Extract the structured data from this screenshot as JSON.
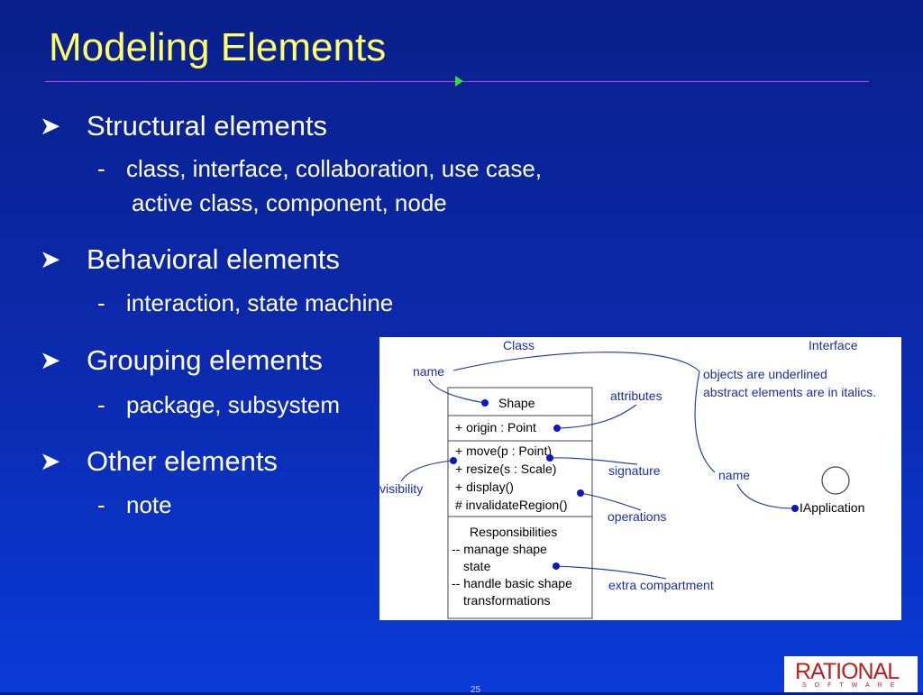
{
  "slide": {
    "title": "Modeling Elements",
    "page_number": "25",
    "bullets": [
      {
        "label": "Structural elements",
        "sub": [
          "class, interface, collaboration, use case,",
          "active class, component, node"
        ]
      },
      {
        "label": "Behavioral elements",
        "sub": [
          "interaction, state machine"
        ]
      },
      {
        "label": "Grouping elements",
        "sub": [
          "package, subsystem"
        ]
      },
      {
        "label": "Other elements",
        "sub": [
          "note"
        ]
      }
    ]
  },
  "diagram": {
    "labels": {
      "class": "Class",
      "interface": "Interface",
      "name_class": "name",
      "attributes": "attributes",
      "objects_underlined": "objects are underlined",
      "abstract_italics": "abstract elements are in italics.",
      "visibility": "visibility",
      "signature": "signature",
      "name_interface": "name",
      "operations": "operations",
      "extra_compartment": "extra compartment"
    },
    "class_box": {
      "name": "Shape",
      "attributes": [
        "+ origin : Point"
      ],
      "operations": [
        "+ move(p : Point)",
        "+ resize(s : Scale)",
        "+ display()",
        "# invalidateRegion()"
      ],
      "responsibilities_title": "Responsibilities",
      "responsibilities": [
        "-- manage shape",
        "state",
        "-- handle basic shape",
        "transformations"
      ]
    },
    "interface_name": "IApplication"
  },
  "logo": {
    "word": "RATIONAL",
    "sub": "SOFTWARE"
  },
  "colors": {
    "background": "#0b2bb0",
    "title": "#ffff66",
    "rule": "#c83cff",
    "accent_arrow": "#33dd33",
    "callout_text": "#1a2ea8",
    "dot": "#0a18c8"
  }
}
